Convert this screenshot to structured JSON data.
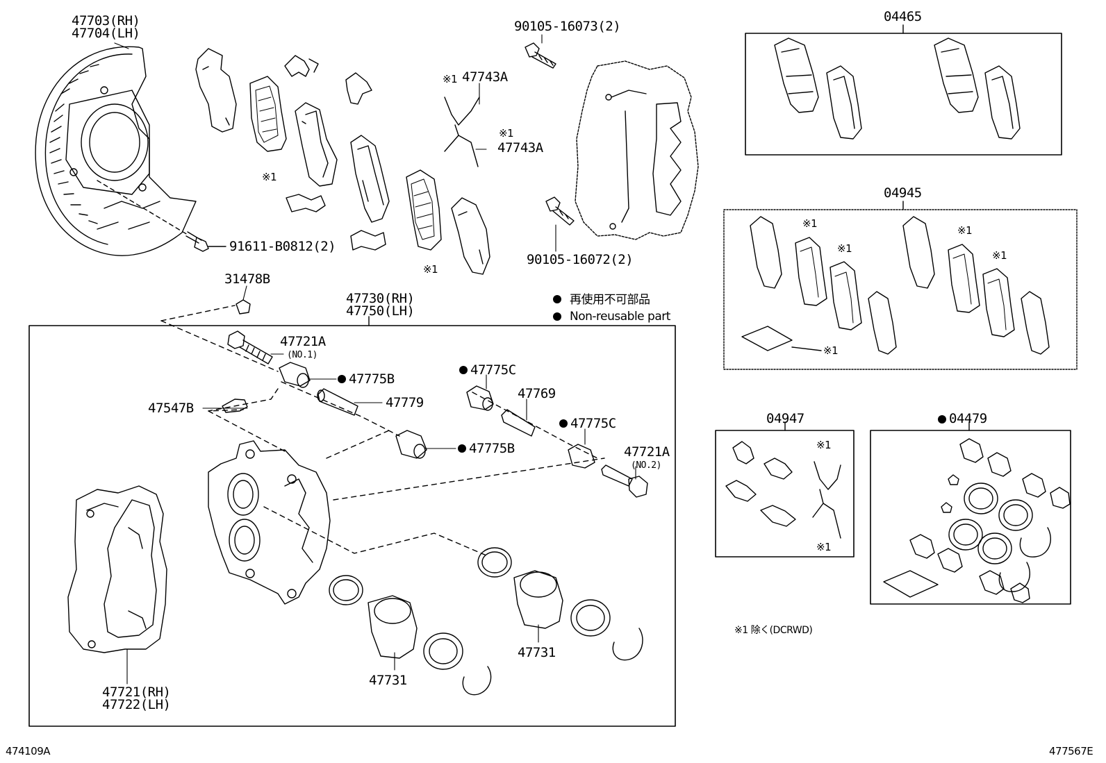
{
  "part_numbers": {
    "p47703": "47703(RH)",
    "p47704": "47704(LH)",
    "p90105_16073": "90105-16073(2)",
    "p47743A_a": "47743A",
    "p47743A_b": "47743A",
    "p91611": "91611-B0812(2)",
    "p90105_16072": "90105-16072(2)",
    "p31478B": "31478B",
    "p47730": "47730(RH)",
    "p47750": "47750(LH)",
    "p47721A_1": "47721A",
    "p47721A_1_sub": "(NO.1)",
    "p47775B_a": "47775B",
    "p47775C_a": "47775C",
    "p47769": "47769",
    "p47547B": "47547B",
    "p47779": "47779",
    "p47775C_b": "47775C",
    "p47775B_b": "47775B",
    "p47721A_2": "47721A",
    "p47721A_2_sub": "(NO.2)",
    "p47731_a": "47731",
    "p47731_b": "47731",
    "p47721": "47721(RH)",
    "p47722": "47722(LH)"
  },
  "kits": {
    "k04465": "04465",
    "k04945": "04945",
    "k04947": "04947",
    "k04479": "04479"
  },
  "marks": {
    "m1": "※1",
    "m1_small": "※1"
  },
  "legend": {
    "jp": "再使用不可部品",
    "en": "Non-reusable part"
  },
  "footnote": "※1 除く(DCRWD)",
  "codes": {
    "left": "474109A",
    "right": "477567E"
  }
}
